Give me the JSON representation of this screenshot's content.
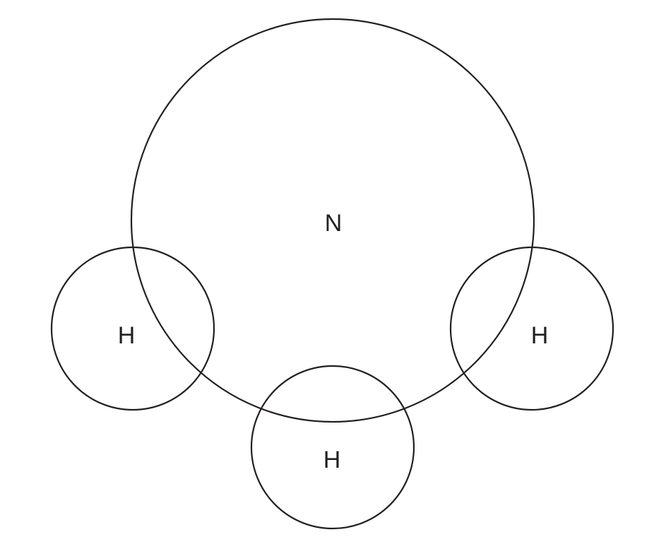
{
  "atoms": [
    {
      "id": "nitrogen",
      "label": "N"
    },
    {
      "id": "hydrogen-left",
      "label": "H"
    },
    {
      "id": "hydrogen-bottom",
      "label": "H"
    },
    {
      "id": "hydrogen-right",
      "label": "H"
    }
  ],
  "colors": {
    "stroke": "#231f20",
    "background": "#ffffff"
  }
}
